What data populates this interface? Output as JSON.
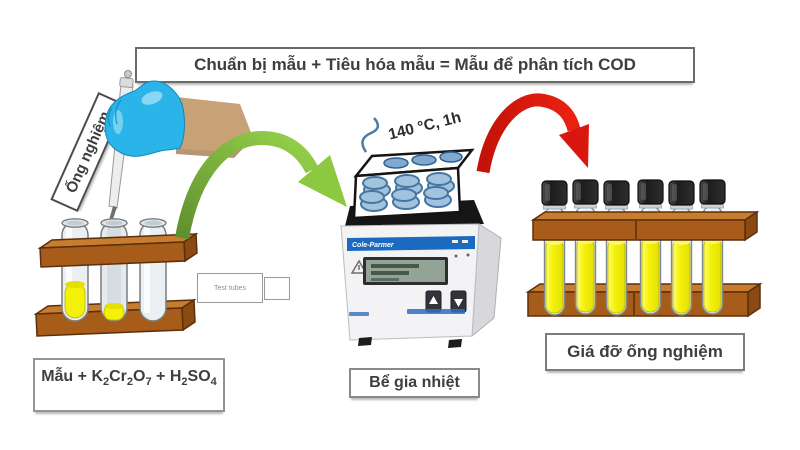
{
  "diagram": {
    "title": "Chuẩn bị mẫu + Tiêu hóa mẫu = Mẫu để phân tích COD",
    "tube_label": "Ống nghiệm",
    "temp_label": "140 °C, 1h",
    "heater_label": "Bể gia nhiệt",
    "rack_label": "Giá đỡ ống nghiệm",
    "note_test_tubes": "Test tubes",
    "reagent": {
      "p1": "Mẫu + K",
      "s1": "2",
      "p2": "Cr",
      "s2": "2",
      "p3": "O",
      "s3": "7",
      "p4": " + H",
      "s4": "2",
      "p5": "SO",
      "s5": "4"
    },
    "device": {
      "brand": "Cole-Parmer"
    },
    "colors": {
      "green_arrow_start": "#5f8f2e",
      "green_arrow_end": "#96d34b",
      "red_arrow": "#da170e",
      "rack_brown_front": "#a85c1a",
      "rack_brown_top": "#c87c2e",
      "sample_yellow": "#f4f109",
      "glove_blue": "#2ab4e9",
      "device_stripe_blue": "#1a6bbf",
      "cap_black": "#222222"
    }
  }
}
